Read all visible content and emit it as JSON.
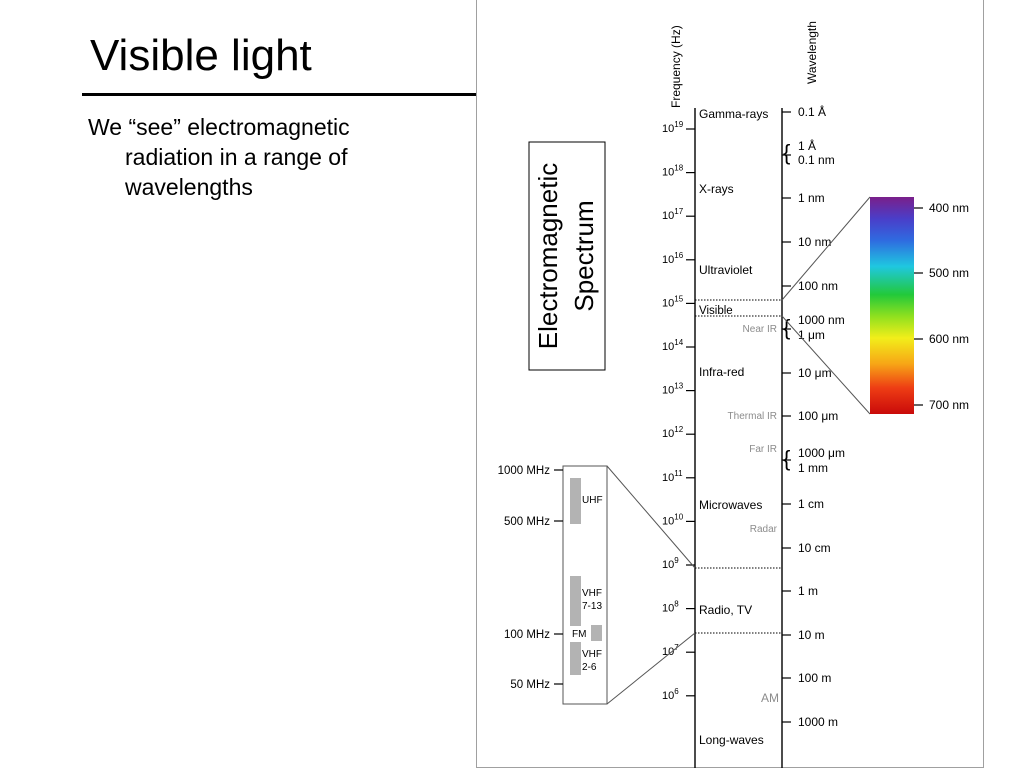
{
  "slide": {
    "title": "Visible light",
    "bullet_line1": "We “see” electromagnetic",
    "bullet_line2": "radiation in a range of",
    "bullet_line3": "wavelengths"
  },
  "spectrum": {
    "title_line1": "Electromagnetic",
    "title_line2": "Spectrum",
    "freq_header": "Frequency (Hz)",
    "wave_header": "Wavelength",
    "freq_ticks": [
      {
        "base": "10",
        "exp": "19"
      },
      {
        "base": "10",
        "exp": "18"
      },
      {
        "base": "10",
        "exp": "17"
      },
      {
        "base": "10",
        "exp": "16"
      },
      {
        "base": "10",
        "exp": "15"
      },
      {
        "base": "10",
        "exp": "14"
      },
      {
        "base": "10",
        "exp": "13"
      },
      {
        "base": "10",
        "exp": "12"
      },
      {
        "base": "10",
        "exp": "11"
      },
      {
        "base": "10",
        "exp": "10"
      },
      {
        "base": "10",
        "exp": "9"
      },
      {
        "base": "10",
        "exp": "8"
      },
      {
        "base": "10",
        "exp": "7"
      },
      {
        "base": "10",
        "exp": "6"
      }
    ],
    "bands": [
      "Gamma-rays",
      "X-rays",
      "Ultraviolet",
      "Visible",
      "Infra-red",
      "Microwaves",
      "Radio, TV",
      "Long-waves"
    ],
    "sub_bands": [
      "Near IR",
      "Thermal IR",
      "Far IR",
      "Radar",
      "AM"
    ],
    "wavelengths": {
      "w0": "0.1 Å",
      "w1a": "1 Å",
      "w1b": "0.1 nm",
      "w2": "1 nm",
      "w3": "10 nm",
      "w4": "100 nm",
      "w5a": "1000 nm",
      "w5b": "1 μm",
      "w6": "10 μm",
      "w7": "100 μm",
      "w8a": "1000 μm",
      "w8b": "1 mm",
      "w9": "1 cm",
      "w10": "10 cm",
      "w11": "1 m",
      "w12": "10 m",
      "w13": "100 m",
      "w14": "1000 m"
    },
    "brace": "{",
    "visible_scale": [
      "400 nm",
      "500 nm",
      "600 nm",
      "700 nm"
    ],
    "radio_scale": [
      "1000 MHz",
      "500 MHz",
      "100 MHz",
      "50 MHz"
    ],
    "radio_bands": {
      "uhf": "UHF",
      "vhf_high_1": "VHF",
      "vhf_high_2": "7-13",
      "fm": "FM",
      "vhf_low_1": "VHF",
      "vhf_low_2": "2-6"
    },
    "colors": {
      "bar": "#b3b3b3",
      "gray_text": "#8c8c8c"
    }
  }
}
